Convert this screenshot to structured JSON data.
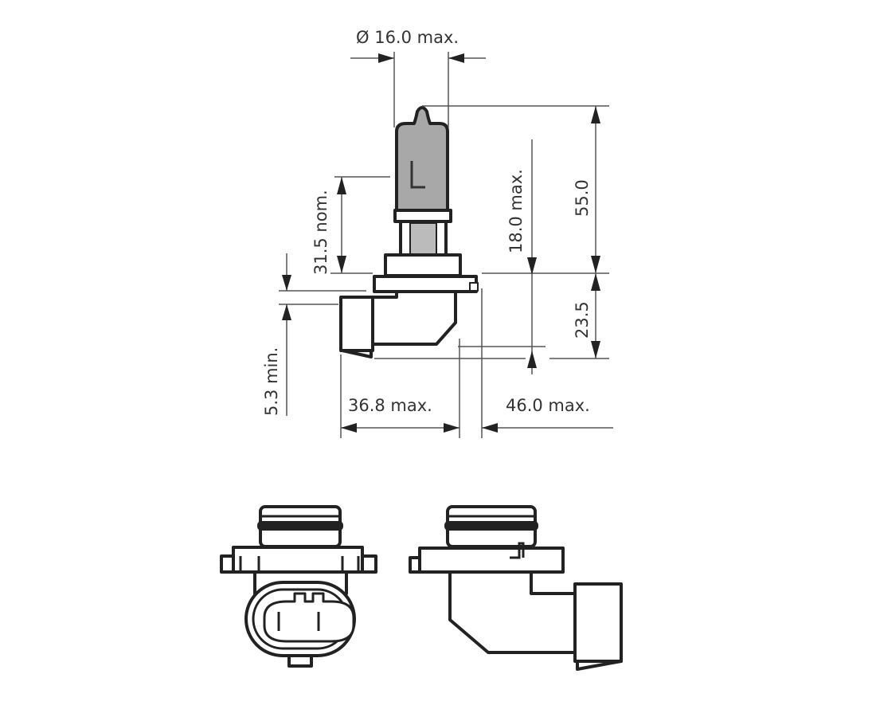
{
  "title": "HB3 / 9005 halogen bulb dimensional drawing",
  "dimensions": {
    "diameter": "Ø 16.0 max.",
    "overall_height": "55.0",
    "light_center_height": "18.0 max.",
    "base_height": "23.5",
    "nominal": "31.5 nom.",
    "min_offset": "5.3 min.",
    "width_front": "36.8 max.",
    "width_total": "46.0 max."
  },
  "colors": {
    "line": "#222222",
    "glass": "#a8a8a8",
    "dimension": "#555555"
  }
}
